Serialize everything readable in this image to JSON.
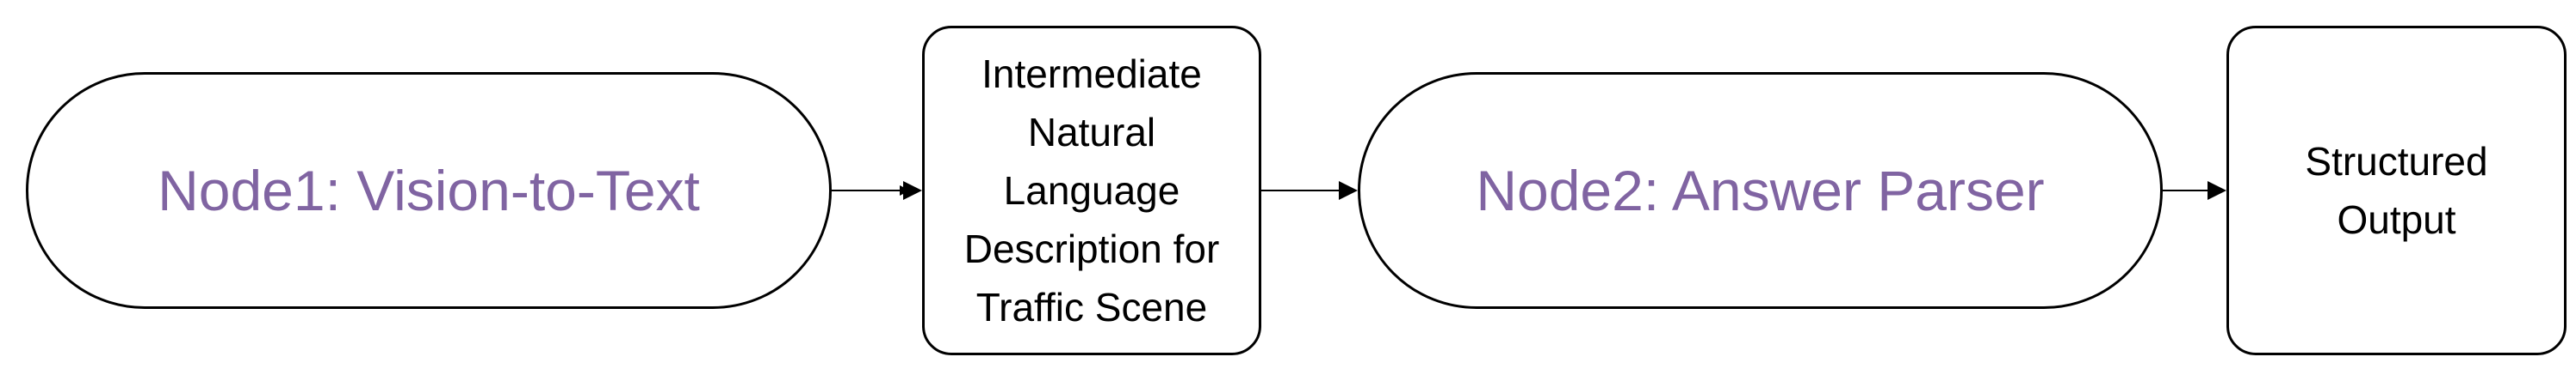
{
  "nodes": {
    "node1": {
      "label": "Node1: Vision-to-Text"
    },
    "description": {
      "label": "Intermediate\nNatural\nLanguage\nDescription for\nTraffic Scene"
    },
    "node2": {
      "label": "Node2: Answer Parser"
    },
    "output": {
      "label": "Structured\nOutput"
    }
  },
  "colors": {
    "process_text": "#8064a2",
    "border": "#000000",
    "arrow": "#000000"
  }
}
